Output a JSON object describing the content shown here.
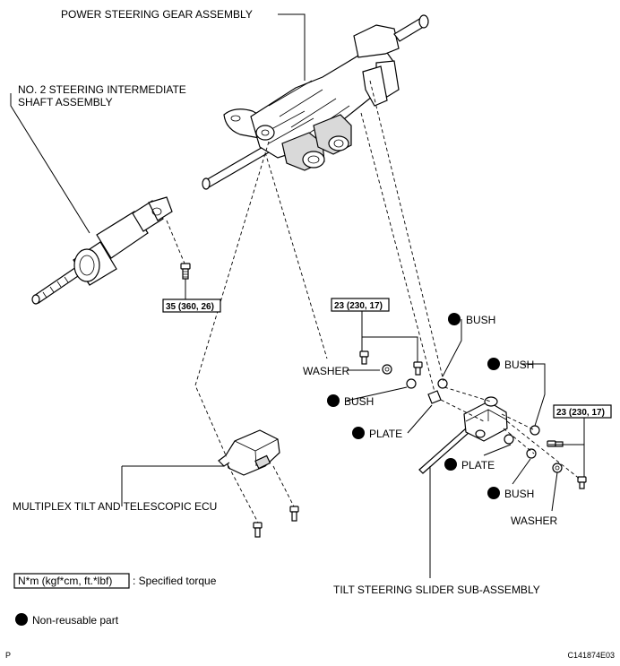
{
  "labels": {
    "power_steering_gear": "POWER STEERING GEAR ASSEMBLY",
    "intermediate_shaft_line1": "NO. 2 STEERING INTERMEDIATE",
    "intermediate_shaft_line2": "SHAFT ASSEMBLY",
    "bush_1": "BUSH",
    "bush_2": "BUSH",
    "bush_3": "BUSH",
    "bush_4": "BUSH",
    "washer_1": "WASHER",
    "washer_2": "WASHER",
    "plate_1": "PLATE",
    "plate_2": "PLATE",
    "ecu": "MULTIPLEX TILT AND TELESCOPIC ECU",
    "slider": "TILT STEERING SLIDER SUB-ASSEMBLY"
  },
  "torques": {
    "intermediate_bolt": "35 (360, 26)",
    "slider_bolts_left": "23 (230, 17)",
    "slider_bolts_right": "23 (230, 17)"
  },
  "legend": {
    "torque_unit": "N*m (kgf*cm, ft.*lbf)",
    "torque_desc": ": Specified torque",
    "non_reusable": "Non-reusable part"
  },
  "footer": {
    "left_code": "P",
    "figure_id": "C141874E03"
  }
}
